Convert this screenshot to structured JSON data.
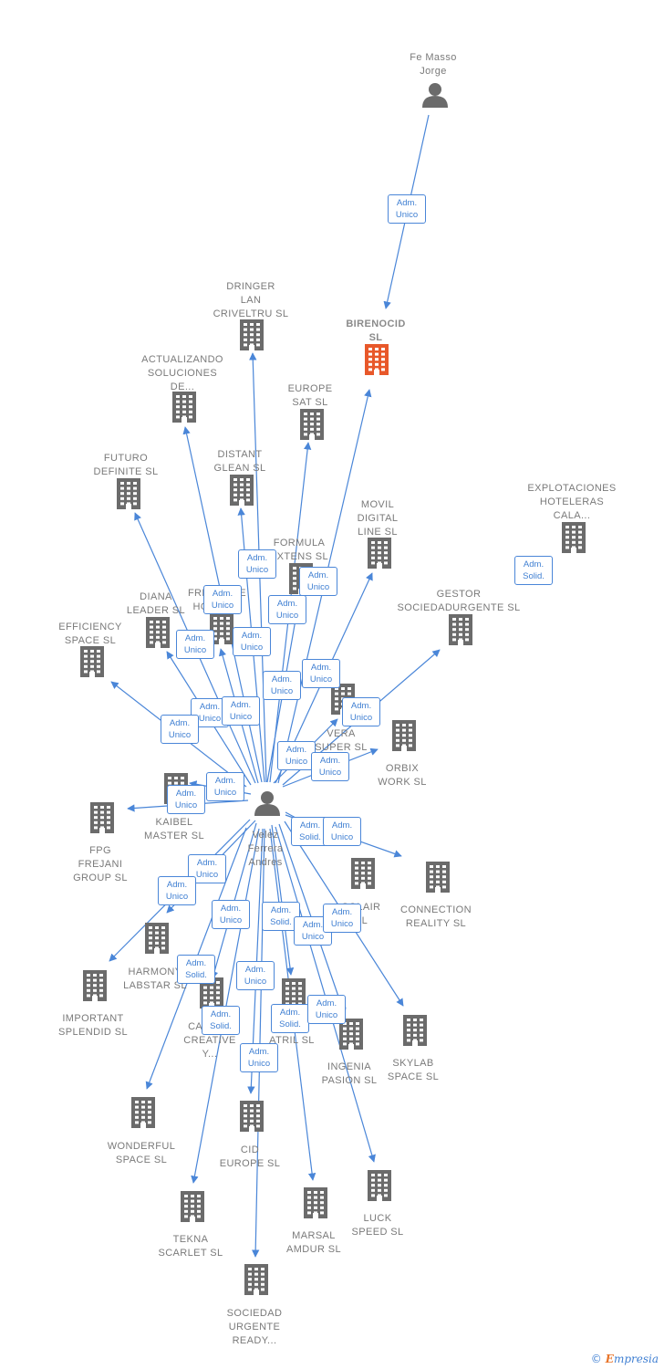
{
  "colors": {
    "edge": "#4a86d8",
    "icon": "#6b6b6b",
    "focus": "#e8582a"
  },
  "footer": {
    "copyright": "©",
    "brand_initial": "E",
    "brand_rest": "mpresia"
  },
  "people": [
    {
      "id": "fe-masso-jorge",
      "label": "Fe Masso\nJorge"
    },
    {
      "id": "velez-ferrera-andres",
      "label": "Velez\nFerrera\nAndres"
    }
  ],
  "companies": [
    {
      "id": "birenocid",
      "label": "BIRENOCID\nSL",
      "focus": true
    },
    {
      "id": "dringer",
      "label": "DRINGER\nLAN\nCRIVELTRU SL"
    },
    {
      "id": "actualizando",
      "label": "ACTUALIZANDO\nSOLUCIONES\nDE..."
    },
    {
      "id": "europe-sat",
      "label": "EUROPE\nSAT  SL"
    },
    {
      "id": "futuro",
      "label": "FUTURO\nDEFINITE  SL"
    },
    {
      "id": "distant",
      "label": "DISTANT\nGLEAN  SL"
    },
    {
      "id": "movil",
      "label": "MOVIL\nDIGITAL\nLINE SL"
    },
    {
      "id": "explotaciones",
      "label": "EXPLOTACIONES\nHOTELERAS\nCALA..."
    },
    {
      "id": "formula",
      "label": "FORMULA\nEXTENS  SL"
    },
    {
      "id": "diana",
      "label": "DIANA\nLEADER  SL"
    },
    {
      "id": "frejanise",
      "label": "FREJANISE\nHOLDING"
    },
    {
      "id": "gestor",
      "label": "GESTOR\nSOCIEDADURGENTE SL"
    },
    {
      "id": "efficiency",
      "label": "EFFICIENCY\nSPACE SL"
    },
    {
      "id": "vera",
      "label": "VERA\nSUPER  SL"
    },
    {
      "id": "orbix",
      "label": "ORBIX\nWORK  SL"
    },
    {
      "id": "kaibel",
      "label": "KAIBEL\nMASTER  SL"
    },
    {
      "id": "fpg",
      "label": "FPG\nFREJANI\nGROUP  SL"
    },
    {
      "id": "solair",
      "label": "SOLAIR\nSL"
    },
    {
      "id": "connection",
      "label": "CONNECTION\nREALITY  SL"
    },
    {
      "id": "harmony",
      "label": "HARMONY\nLABSTAR SL"
    },
    {
      "id": "important",
      "label": "IMPORTANT\nSPLENDID  SL"
    },
    {
      "id": "capital",
      "label": "CAPITAL\nCREATIVE\nY..."
    },
    {
      "id": "atril",
      "label": "F...\nATRIL  SL"
    },
    {
      "id": "ingenia",
      "label": "INGENIA\nPASION  SL"
    },
    {
      "id": "skylab",
      "label": "SKYLAB\nSPACE  SL"
    },
    {
      "id": "wonderful",
      "label": "WONDERFUL\nSPACE  SL"
    },
    {
      "id": "cid",
      "label": "CID\nEUROPE  SL"
    },
    {
      "id": "tekna",
      "label": "TEKNA\nSCARLET  SL"
    },
    {
      "id": "marsal",
      "label": "MARSAL\nAMDUR  SL"
    },
    {
      "id": "luck",
      "label": "LUCK\nSPEED  SL"
    },
    {
      "id": "sociedad",
      "label": "SOCIEDAD\nURGENTE\nREADY..."
    }
  ],
  "edges": [
    {
      "from": "fe-masso-jorge",
      "to": "birenocid",
      "role": "Adm.\nUnico"
    },
    {
      "from": "velez-ferrera-andres",
      "to": "birenocid",
      "role": "Adm.\nUnico"
    },
    {
      "from": "velez-ferrera-andres",
      "to": "dringer",
      "role": "Adm.\nUnico"
    },
    {
      "from": "velez-ferrera-andres",
      "to": "actualizando",
      "role": "Adm.\nUnico"
    },
    {
      "from": "velez-ferrera-andres",
      "to": "europe-sat",
      "role": "Adm.\nUnico"
    },
    {
      "from": "velez-ferrera-andres",
      "to": "futuro",
      "role": "Adm.\nUnico"
    },
    {
      "from": "velez-ferrera-andres",
      "to": "distant",
      "role": "Adm.\nUnico"
    },
    {
      "from": "velez-ferrera-andres",
      "to": "movil",
      "role": "Adm.\nUnico"
    },
    {
      "from": "velez-ferrera-andres",
      "to": "formula",
      "role": "Adm.\nUnico"
    },
    {
      "from": "velez-ferrera-andres",
      "to": "diana",
      "role": "Adm.\nUnico"
    },
    {
      "from": "velez-ferrera-andres",
      "to": "frejanise",
      "role": "Adm.\nUnico"
    },
    {
      "from": "velez-ferrera-andres",
      "to": "gestor",
      "role": "Adm.\nUnico"
    },
    {
      "from": "velez-ferrera-andres",
      "to": "efficiency",
      "role": "Adm.\nUnico"
    },
    {
      "from": "velez-ferrera-andres",
      "to": "vera",
      "role": "Adm.\nUnico"
    },
    {
      "from": "velez-ferrera-andres",
      "to": "orbix",
      "role": "Adm.\nUnico"
    },
    {
      "from": "velez-ferrera-andres",
      "to": "kaibel",
      "role": "Adm.\nUnico"
    },
    {
      "from": "velez-ferrera-andres",
      "to": "fpg",
      "role": "Adm.\nUnico"
    },
    {
      "from": "velez-ferrera-andres",
      "to": "solair",
      "role": "Adm.\nSolid."
    },
    {
      "from": "velez-ferrera-andres",
      "to": "connection",
      "role": "Adm.\nUnico"
    },
    {
      "from": "velez-ferrera-andres",
      "to": "harmony",
      "role": "Adm.\nUnico"
    },
    {
      "from": "velez-ferrera-andres",
      "to": "important",
      "role": "Adm.\nUnico"
    },
    {
      "from": "velez-ferrera-andres",
      "to": "capital",
      "role": "Adm.\nSolid."
    },
    {
      "from": "velez-ferrera-andres",
      "to": "atril",
      "role": "Adm.\nSolid."
    },
    {
      "from": "velez-ferrera-andres",
      "to": "ingenia",
      "role": "Adm.\nUnico"
    },
    {
      "from": "velez-ferrera-andres",
      "to": "skylab",
      "role": "Adm.\nUnico"
    },
    {
      "from": "velez-ferrera-andres",
      "to": "wonderful",
      "role": "Adm.\nUnico"
    },
    {
      "from": "velez-ferrera-andres",
      "to": "cid",
      "role": "Adm.\nUnico"
    },
    {
      "from": "velez-ferrera-andres",
      "to": "tekna",
      "role": "Adm.\nSolid."
    },
    {
      "from": "velez-ferrera-andres",
      "to": "marsal",
      "role": "Adm.\nSolid."
    },
    {
      "from": "velez-ferrera-andres",
      "to": "luck",
      "role": "Adm.\nUnico"
    },
    {
      "from": "velez-ferrera-andres",
      "to": "sociedad",
      "role": "Adm.\nUnico"
    },
    {
      "from": "fe-masso-jorge",
      "to": "explotaciones",
      "role": "Adm.\nSolid."
    }
  ]
}
